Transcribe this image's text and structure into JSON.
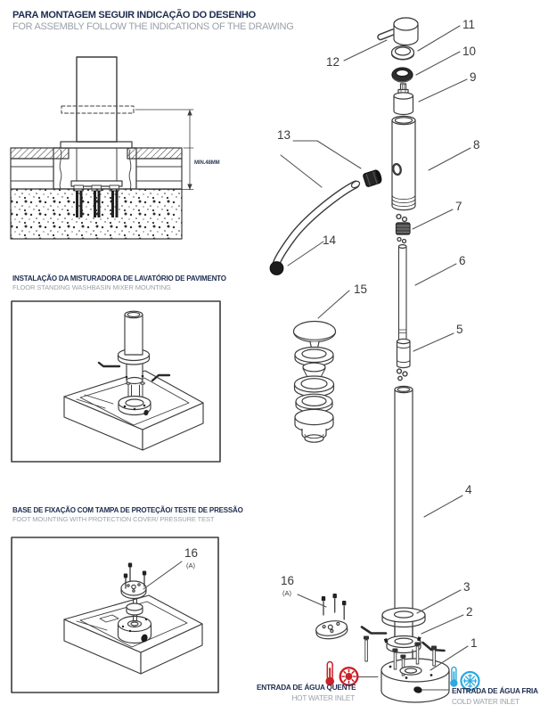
{
  "header": {
    "title_pt": "PARA MONTAGEM SEGUIR INDICAÇÃO DO DESENHO",
    "title_en": "FOR ASSEMBLY FOLLOW THE INDICATIONS OF THE DRAWING"
  },
  "cross_section": {
    "dimension": "MIN.48MM"
  },
  "floor_box": {
    "title_pt": "INSTALAÇÃO DA MISTURADORA DE LAVATÓRIO DE PAVIMENTO",
    "title_en": "FLOOR STANDING WASHBASIN MIXER MOUNTING"
  },
  "foot_box": {
    "title_pt": "BASE DE FIXAÇÃO COM TAMPA DE PROTEÇÃO/ TESTE DE PRESSÃO",
    "title_en": "FOOT MOUNTING WITH PROTECTION COVER/ PRESSURE TEST",
    "part_num": "16",
    "part_variant": "(A)"
  },
  "parts": {
    "n1": "1",
    "n2": "2",
    "n3": "3",
    "n4": "4",
    "n5": "5",
    "n6": "6",
    "n7": "7",
    "n8": "8",
    "n9": "9",
    "n10": "10",
    "n11": "11",
    "n12": "12",
    "n13": "13",
    "n14": "14",
    "n15": "15",
    "n16": "16",
    "n16_variant": "(A)"
  },
  "inlets": {
    "hot": {
      "label_pt": "ENTRADA DE ÁGUA QUENTE",
      "label_en": "HOT WATER INLET",
      "color": "#cb2027"
    },
    "cold": {
      "label_pt": "ENTRADA DE ÁGUA FRIA",
      "label_en": "COLD WATER INLET",
      "color": "#2aa9e0"
    }
  },
  "colors": {
    "text_primary": "#1d2c4e",
    "text_secondary": "#9aa1a9",
    "line": "#3c3c3c",
    "hot": "#cb2027",
    "cold": "#2aa9e0"
  }
}
